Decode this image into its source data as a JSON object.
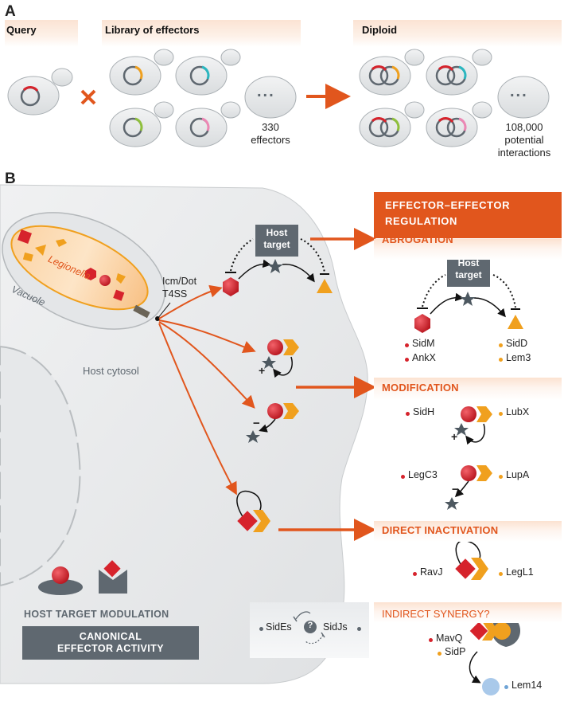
{
  "panel_a": {
    "letter": "A",
    "query_label": "Query",
    "library_label": "Library of effectors",
    "diploid_label": "Diploid",
    "effectors_count": "330",
    "effectors_word": "effectors",
    "interactions_count": "108,000",
    "interactions_line2": "potential",
    "interactions_line3": "interactions",
    "ellipsis": "..."
  },
  "panel_b": {
    "letter": "B",
    "legionella_label": "Legionella",
    "vacuole_label": "Vacuole",
    "secretion_line1": "Icm/Dot",
    "secretion_line2": "T4SS",
    "cytosol_label": "Host cytosol",
    "host_target_line1": "Host",
    "host_target_line2": "target",
    "plus_sign": "+",
    "minus_sign": "−",
    "host_target_modulation": "HOST TARGET MODULATION",
    "canonical_line1": "CANONICAL",
    "canonical_line2": "EFFECTOR ACTIVITY"
  },
  "regulation": {
    "header_line1": "EFFECTOR–EFFECTOR",
    "header_line2": "REGULATION",
    "abrogation": {
      "title": "ABROGATION",
      "target_line1": "Host",
      "target_line2": "target",
      "left_names": [
        "SidM",
        "AnkX"
      ],
      "right_names": [
        "SidD",
        "Lem3"
      ]
    },
    "modification": {
      "title": "MODIFICATION",
      "pair1_left": "SidH",
      "pair1_right": "LubX",
      "pair2_left": "LegC3",
      "pair2_right": "LupA",
      "plus_sign": "+",
      "minus_sign": "−"
    },
    "direct_inactivation": {
      "title": "DIRECT INACTIVATION",
      "left": "RavJ",
      "right": "LegL1"
    },
    "indirect_synergy": {
      "title": "INDIRECT SYNERGY?",
      "mavq": "MavQ",
      "sidp": "SidP",
      "lem14": "Lem14"
    },
    "sides": {
      "left": "SidEs",
      "right": "SidJs",
      "question": "?"
    }
  },
  "colors": {
    "accent_orange": "#e1561d",
    "effector_red": "#d6232c",
    "effector_orange": "#f0a01e",
    "host_gray": "#5f6870",
    "lem14_blue": "#6fa4d6",
    "header_peach": "#fbe3d3"
  }
}
